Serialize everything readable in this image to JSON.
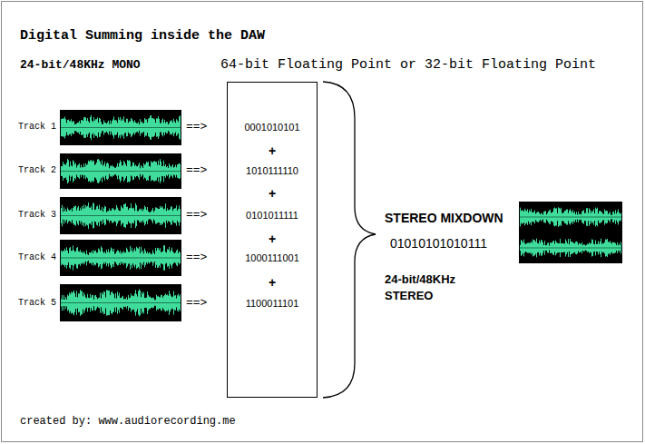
{
  "diagram": {
    "title": "Digital Summing inside the DAW",
    "nodes": [
      {
        "text": [
          "0001010101",
          "+",
          "1010111110",
          "+",
          "0101011111",
          "+",
          "1000111001",
          "+",
          "1100011101"
        ]
      }
    ],
    "labels": [
      "24-bit/48KHz MONO",
      "64-bit Floating Point or 32-bit Floating Point",
      "Track 1",
      "==>",
      "Track 2",
      "==>",
      "Track 3",
      "==>",
      "Track 4",
      "==>",
      "Track 5",
      "==>",
      "STEREO MIXDOWN",
      "01010101010111",
      "24-bit/48KHz",
      "STEREO",
      "created by: www.audiorecording.me"
    ]
  }
}
